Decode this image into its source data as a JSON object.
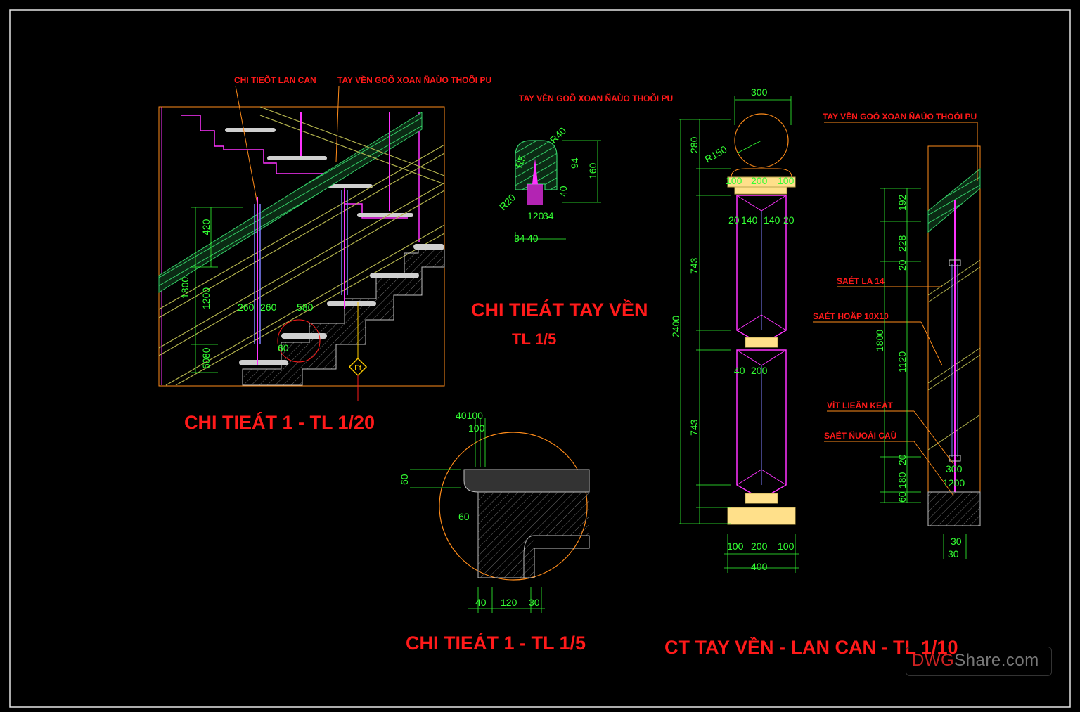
{
  "titles": {
    "detail1_1_20": "CHI TIEÁT 1 - TL 1/20",
    "handrail": "CHI TIEÁT TAY VỀN",
    "handrail_scale": "TL 1/5",
    "detail1_1_5": "CHI TIEÁT 1 - TL 1/5",
    "ct_tay_vin": "CT TAY VỀN - LAN CAN - TL 1/10"
  },
  "notes": {
    "lan_can": "CHI TIEÕT LAN CAN",
    "tay_vin_1": "TAY VỀN GOÕ XOAN ÑAÙO THOÕI PU",
    "tay_vin_2": "TAY VỀN GOÕ XOAN ÑAÙO THOÕI PU",
    "tay_vin_3": "TAY VỀN GOÕ XOAN ÑAÙO THOÕI PU",
    "tay_vin_4": "TAY VỀN GOÕ XOAN ÑAÙO THOÕI PU",
    "sat_la": "SAÉT LA 14",
    "sat_hop": "SAÉT HOÄP 10X10",
    "vit_lien_ket": "VÍT LIEÂN KEÁT",
    "sat_duoi_ca": "SAÉT ÑUOÂI CAÙ",
    "ft": "Ft"
  },
  "dims": {
    "d420": "420",
    "d1800a": "1800",
    "d1200a": "1200",
    "d80": "80",
    "d60a": "60",
    "d260a": "260",
    "d260b": "260",
    "d580": "580",
    "d60b": "60",
    "r40": "R40",
    "r5": "R5",
    "r20": "R20",
    "d94": "94",
    "d160": "160",
    "d120a": "120",
    "d34a": "34",
    "d34b": "34",
    "d40a": "40",
    "d40b": "40",
    "d40_100": "40100",
    "d100": "100",
    "d60c": "60",
    "d60d": "60",
    "d40c": "40",
    "d120b": "120",
    "d30a": "30",
    "d300": "300",
    "d280": "280",
    "r150": "R150",
    "d100a": "100",
    "d200a": "200",
    "d100b": "100",
    "d20a": "20",
    "d140a": "140",
    "d140b": "140",
    "d20b": "20",
    "d743a": "743",
    "d2400": "2400",
    "d40d": "40",
    "d200b": "200",
    "d743b": "743",
    "d100c": "100",
    "d200c": "200",
    "d100d": "100",
    "d400": "400",
    "d192": "192",
    "d228": "228",
    "d20c": "20",
    "d1800b": "1800",
    "d1120": "1120",
    "d20d": "20",
    "d180": "180",
    "d60e": "60",
    "d300b": "300",
    "d1200b": "1200",
    "d30b": "30",
    "d30c": "30"
  },
  "watermark": {
    "part1": "DWG",
    "part2": "Share.com"
  },
  "colors": {
    "background": "#000000",
    "frame": "#ff8c1a",
    "dimension": "#33ff33",
    "text": "#ff1a1a",
    "handrail_hatch": "#33cc66",
    "rod": "#ff33ff"
  }
}
